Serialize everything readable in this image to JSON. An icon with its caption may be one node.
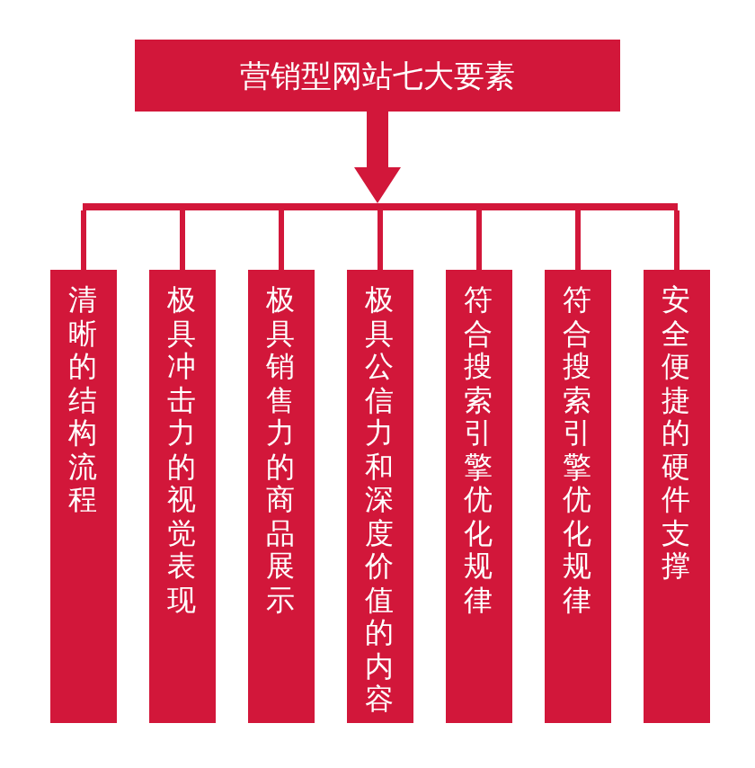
{
  "diagram": {
    "nodes": [
      {
        "text": [
          "营销型网站七大要素"
        ]
      },
      {
        "text": [],
        "shape": "bar"
      },
      {
        "text": [
          "清晰的结构流程"
        ]
      },
      {
        "text": [
          "极具冲击力的视觉表现"
        ]
      },
      {
        "text": [
          "极具销售力的商品展示"
        ]
      },
      {
        "text": [
          "极具公信力和深度价值的内容"
        ]
      },
      {
        "text": [
          "符合搜索引擎优化规律"
        ]
      },
      {
        "text": [
          "符合搜索引擎优化规律"
        ]
      },
      {
        "text": [
          "安全便捷的硬件支撑"
        ]
      }
    ],
    "edges": [
      {
        "from": 0,
        "to": 1,
        "arrow": "to"
      },
      {
        "from": 1,
        "to": 2,
        "arrow": "none"
      },
      {
        "from": 1,
        "to": 3,
        "arrow": "none"
      },
      {
        "from": 1,
        "to": 4,
        "arrow": "none"
      },
      {
        "from": 1,
        "to": 5,
        "arrow": "none"
      },
      {
        "from": 1,
        "to": 6,
        "arrow": "none"
      },
      {
        "from": 1,
        "to": 7,
        "arrow": "none"
      },
      {
        "from": 1,
        "to": 8,
        "arrow": "none"
      }
    ]
  }
}
